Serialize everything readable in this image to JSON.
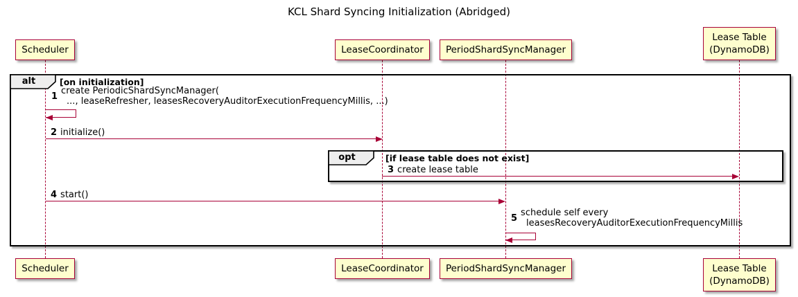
{
  "diagram": {
    "title": "KCL Shard Syncing Initialization (Abridged)",
    "participants": [
      {
        "id": "scheduler",
        "label": "Scheduler"
      },
      {
        "id": "lease-coordinator",
        "label": "LeaseCoordinator"
      },
      {
        "id": "period-shard-sync-manager",
        "label": "PeriodShardSyncManager"
      },
      {
        "id": "lease-table",
        "label": "Lease Table\n(DynamoDB)"
      }
    ],
    "fragments": [
      {
        "operator": "alt",
        "guard": "[on initialization]"
      },
      {
        "operator": "opt",
        "guard": "[if lease table does not exist]"
      }
    ],
    "messages": [
      {
        "num": "1",
        "lines": [
          "create PeriodicShardSyncManager(",
          "..., leaseRefresher, leasesRecoveryAuditorExecutionFrequencyMillis, ...)"
        ],
        "kind": "self",
        "from": "Scheduler",
        "to": "Scheduler"
      },
      {
        "num": "2",
        "text": "initialize()",
        "kind": "sync",
        "from": "Scheduler",
        "to": "LeaseCoordinator"
      },
      {
        "num": "3",
        "text": "create lease table",
        "kind": "sync",
        "from": "LeaseCoordinator",
        "to": "Lease Table (DynamoDB)"
      },
      {
        "num": "4",
        "text": "start()",
        "kind": "sync",
        "from": "Scheduler",
        "to": "PeriodShardSyncManager"
      },
      {
        "num": "5",
        "lines": [
          "schedule self every",
          "leasesRecoveryAuditorExecutionFrequencyMillis"
        ],
        "kind": "self",
        "from": "PeriodShardSyncManager",
        "to": "PeriodShardSyncManager"
      }
    ],
    "colors": {
      "background": "#FFFFFF",
      "participant_fill": "#FEFECE",
      "participant_border": "#A80036",
      "message_color": "#A80036",
      "frame_border": "#000000",
      "fragment_label_fill": "#EEEEEE",
      "text_color": "#000000"
    }
  }
}
